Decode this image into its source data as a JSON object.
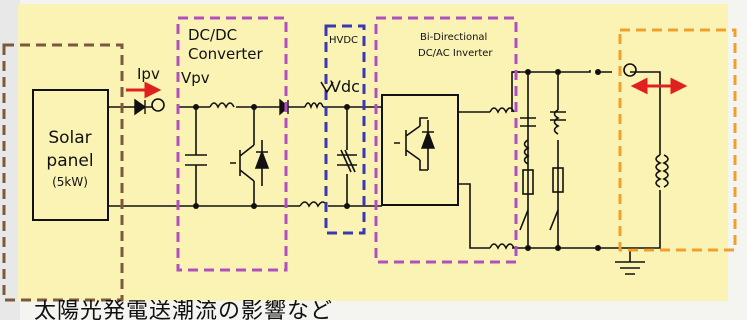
{
  "diagram": {
    "solar_panel": {
      "line1": "Solar",
      "line2": "panel",
      "rating": "(5kW)"
    },
    "dcdc_block": {
      "line1": "DC/DC",
      "line2": "Converter"
    },
    "hvdc_label": "HVDC",
    "inverter_block": {
      "line1": "Bi-Directional",
      "line2": "DC/AC Inverter"
    },
    "ipv_label": "Ipv",
    "vpv_label": "Vpv",
    "vdc_label": "Vdc",
    "caption": "太陽光発電送潮流の影響など"
  },
  "colors": {
    "background_panel": "#fbf3b4",
    "solar_dash": "#7a5a3a",
    "converter_dash": "#b04fc0",
    "hvdc_dash": "#3a3ab0",
    "grid_dash": "#f0a030",
    "arrow": "#e02020",
    "wire": "#111111"
  }
}
